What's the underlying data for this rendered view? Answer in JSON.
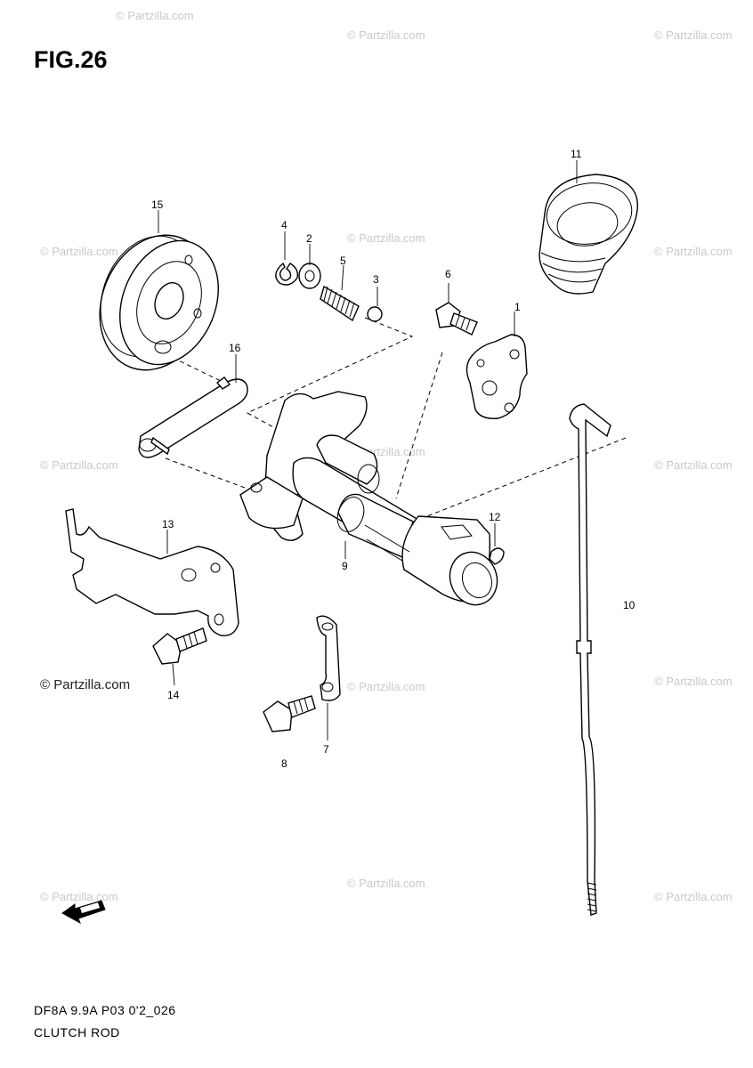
{
  "figure": {
    "title": "FIG.26",
    "code": "DF8A 9.9A P03 0'2_026",
    "name": "CLUTCH ROD"
  },
  "watermark": {
    "text": "© Partzilla.com",
    "primary_text": "© Partzilla.com"
  },
  "callouts": {
    "c1": "1",
    "c2": "2",
    "c3": "3",
    "c4": "4",
    "c5": "5",
    "c6": "6",
    "c7": "7",
    "c8": "8",
    "c9": "9",
    "c10": "10",
    "c11": "11",
    "c12": "12",
    "c13": "13",
    "c14": "14",
    "c15": "15",
    "c16": "16"
  },
  "icons": {
    "front_arrow": "front-arrow-icon"
  }
}
